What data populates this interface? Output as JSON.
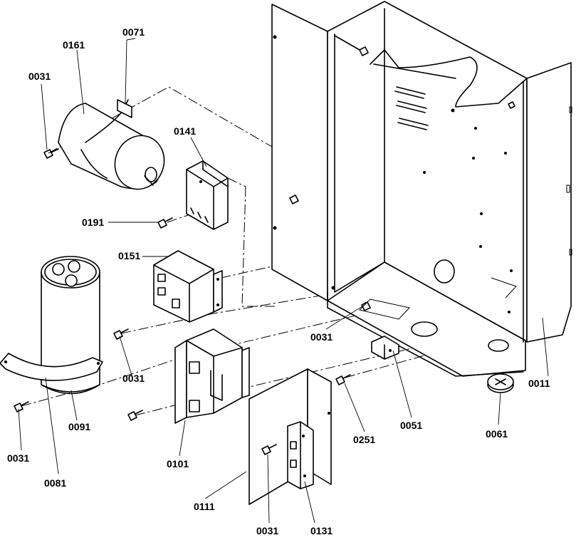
{
  "parts": {
    "p0011": "0011",
    "p0031": "0031",
    "p0051": "0051",
    "p0061": "0061",
    "p0071": "0071",
    "p0081": "0081",
    "p0091": "0091",
    "p0101": "0101",
    "p0111": "0111",
    "p0131": "0131",
    "p0141": "0141",
    "p0151": "0151",
    "p0161": "0161",
    "p0191": "0191",
    "p0251": "0251"
  }
}
